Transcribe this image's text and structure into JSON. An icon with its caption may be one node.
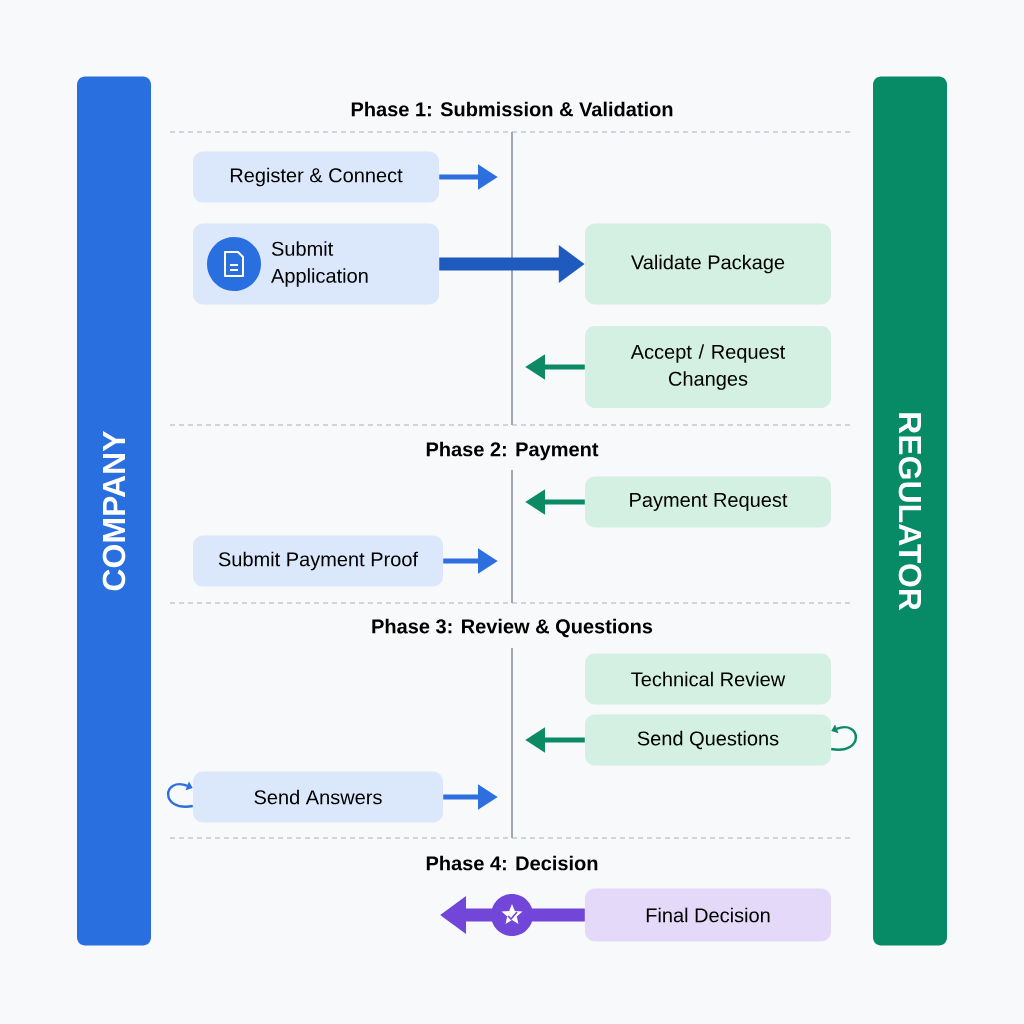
{
  "diagram": {
    "title": "Phase 1: Submission & Validation",
    "nodes": [
      {
        "text": [
          "COMPANY"
        ]
      },
      {
        "text": [
          "REGULATOR"
        ]
      },
      {
        "text": [
          "Register & Connect"
        ]
      },
      {
        "text": [
          "Submit Application"
        ]
      },
      {
        "text": [
          "Validate Package"
        ]
      },
      {
        "text": [
          "Accept / Request Changes"
        ]
      },
      {
        "text": [
          "Payment Request"
        ]
      },
      {
        "text": [
          "Submit Payment Proof"
        ]
      },
      {
        "text": [
          "Technical Review"
        ]
      },
      {
        "text": [
          "Send Questions"
        ]
      },
      {
        "text": [
          "Send Answers"
        ]
      },
      {
        "text": [
          "Final Decision"
        ]
      }
    ],
    "edges": [
      {
        "from": 2,
        "to": null,
        "arrow": "to"
      },
      {
        "from": 3,
        "to": 4,
        "arrow": "to",
        "style": "thick",
        "color": "#1f5bbf"
      },
      {
        "from": 5,
        "to": null,
        "arrow": "to",
        "color": "#0b8a65"
      },
      {
        "from": 6,
        "to": null,
        "arrow": "to",
        "color": "#0b8a65"
      },
      {
        "from": 7,
        "to": null,
        "arrow": "to"
      },
      {
        "from": 9,
        "to": null,
        "arrow": "to",
        "color": "#0b8a65"
      },
      {
        "from": 10,
        "to": null,
        "arrow": "to"
      },
      {
        "from": 11,
        "to": null,
        "arrow": "to",
        "style": "thick",
        "color": "#7246d8"
      },
      {
        "from": 9,
        "to": 9,
        "arrow": "to",
        "color": "#0b8a65"
      },
      {
        "from": 10,
        "to": 10,
        "arrow": "to"
      }
    ],
    "labels": [
      "Phase 2: Payment",
      "Phase 3: Review & Questions",
      "Phase 4: Decision"
    ]
  }
}
